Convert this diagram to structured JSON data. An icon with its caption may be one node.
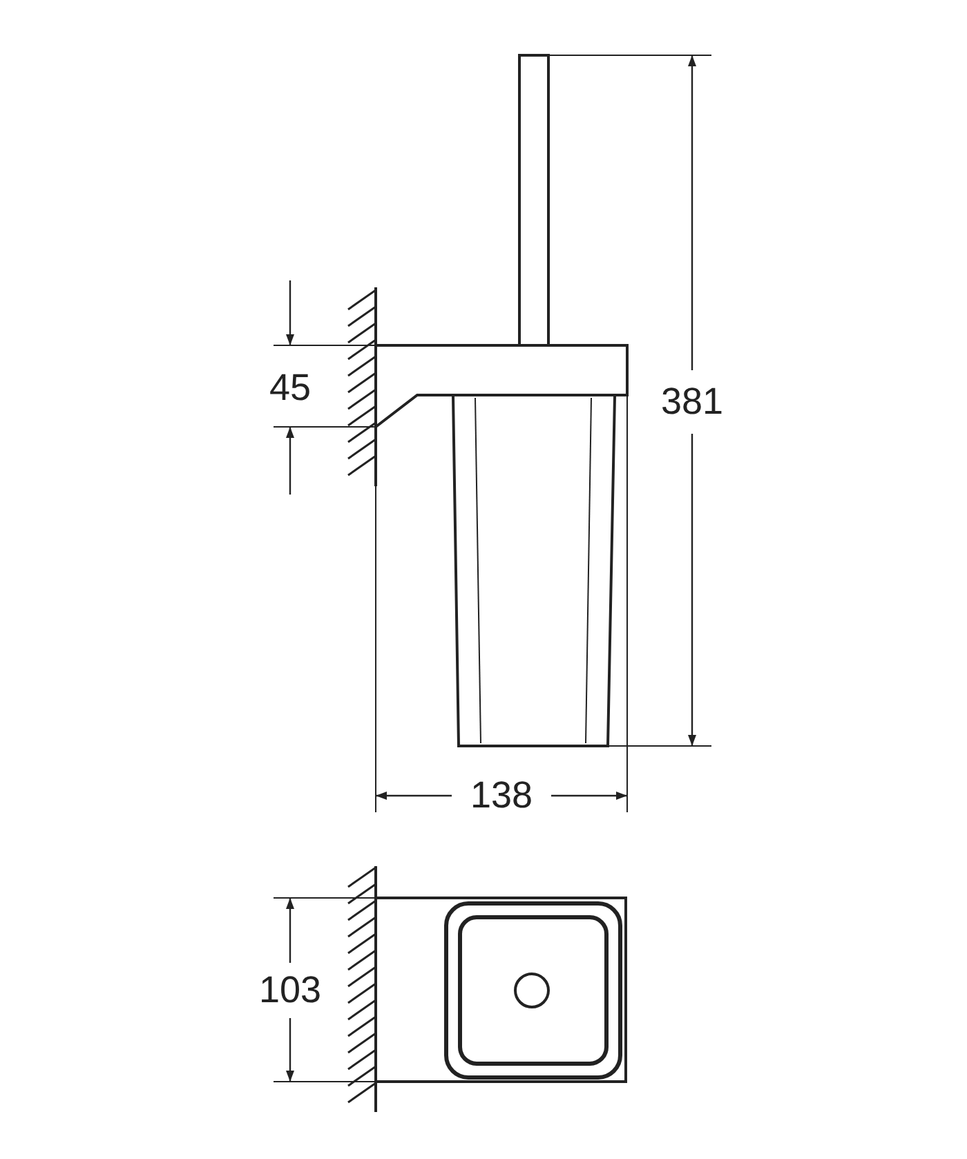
{
  "diagram": {
    "labels": [
      "45",
      "381",
      "138",
      "103"
    ]
  }
}
